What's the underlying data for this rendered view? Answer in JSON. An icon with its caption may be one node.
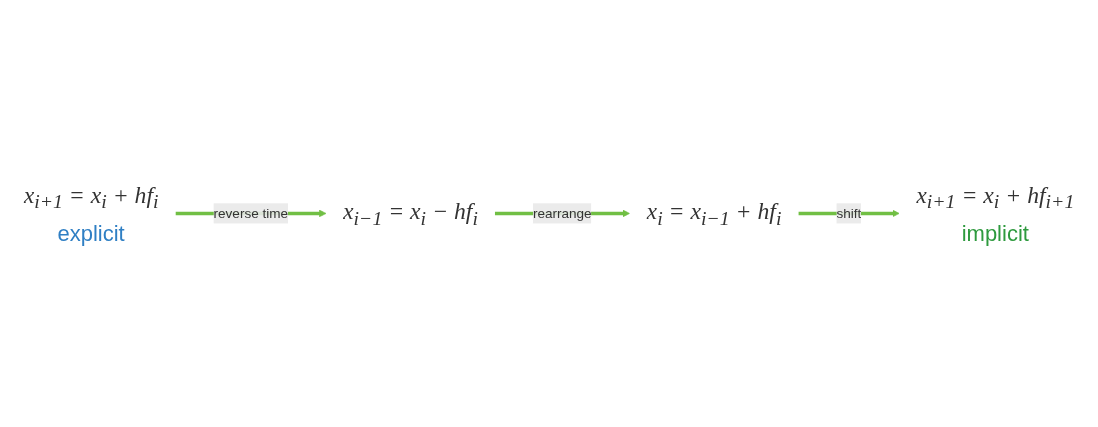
{
  "diagram": {
    "nodes": [
      {
        "text": [
          "x$_{i+1}$ = x$_{i}$ + hf$_{i}$",
          "explicit"
        ]
      },
      {
        "text": [
          "x$_{i−1}$ = x$_{i}$ − hf$_{i}$"
        ]
      },
      {
        "text": [
          "x$_{i}$ = x$_{i−1}$ + hf$_{i}$"
        ]
      },
      {
        "text": [
          "x$_{i+1}$ = x$_{i}$ + hf$_{i+1}$",
          "implicit"
        ]
      }
    ],
    "edges": [
      {
        "from": 0,
        "to": 1,
        "arrow": "to",
        "label": "reverse time"
      },
      {
        "from": 1,
        "to": 2,
        "arrow": "to",
        "label": "rearrange"
      },
      {
        "from": 2,
        "to": 3,
        "arrow": "to",
        "label": "shift"
      }
    ]
  }
}
